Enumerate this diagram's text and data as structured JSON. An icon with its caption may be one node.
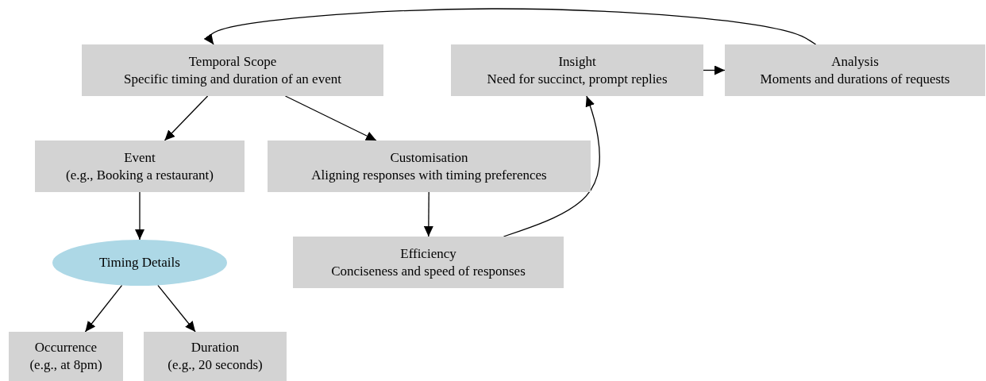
{
  "diagram": {
    "nodes": [
      {
        "text": [
          "Temporal Scope",
          "Specific timing and duration of an event"
        ]
      },
      {
        "text": [
          "Insight",
          "Need for succinct, prompt replies"
        ]
      },
      {
        "text": [
          "Analysis",
          "Moments and durations of requests"
        ]
      },
      {
        "text": [
          "Event",
          "(e.g., Booking a restaurant)"
        ]
      },
      {
        "text": [
          "Customisation",
          "Aligning responses with timing preferences"
        ]
      },
      {
        "text": [
          "Timing Details"
        ]
      },
      {
        "text": [
          "Efficiency",
          "Conciseness and speed of responses"
        ]
      },
      {
        "text": [
          "Occurrence",
          "(e.g., at 8pm)"
        ]
      },
      {
        "text": [
          "Duration",
          "(e.g., 20 seconds)"
        ]
      }
    ],
    "edges": [
      {
        "from": 2,
        "to": 0,
        "arrow": "to"
      },
      {
        "from": 1,
        "to": 2,
        "arrow": "to"
      },
      {
        "from": 0,
        "to": 3,
        "arrow": "to"
      },
      {
        "from": 0,
        "to": 4,
        "arrow": "to"
      },
      {
        "from": 3,
        "to": 5,
        "arrow": "to"
      },
      {
        "from": 4,
        "to": 6,
        "arrow": "to"
      },
      {
        "from": 6,
        "to": 1,
        "arrow": "to"
      },
      {
        "from": 5,
        "to": 7,
        "arrow": "to"
      },
      {
        "from": 5,
        "to": 8,
        "arrow": "to"
      }
    ]
  }
}
